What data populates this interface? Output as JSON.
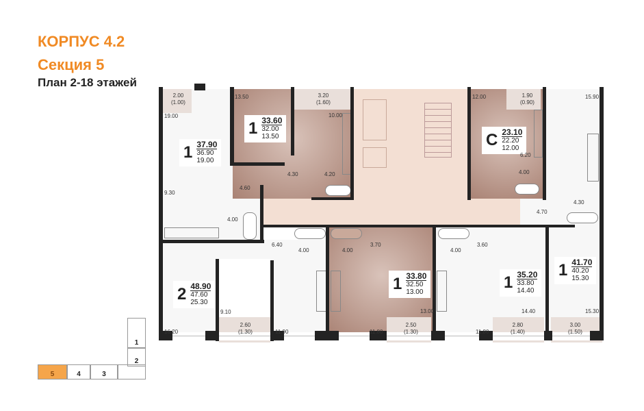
{
  "header": {
    "building": "КОРПУС 4.2",
    "section": "Секция 5",
    "plan": "План 2-18 этажей"
  },
  "colors": {
    "accent": "#f08a24",
    "wall": "#232323",
    "highlight": "#f5a54a"
  },
  "apartments": [
    {
      "rooms": "1",
      "total": "37.90",
      "living_total": "36.90",
      "main_room": "19.00"
    },
    {
      "rooms": "1",
      "total": "33.60",
      "living_total": "32.00",
      "main_room": "13.50"
    },
    {
      "rooms": "C",
      "total": "23.10",
      "living_total": "22.20",
      "main_room": "12.00"
    },
    {
      "rooms": "1",
      "total": "41.70",
      "living_total": "40.20",
      "main_room": "15.30"
    },
    {
      "rooms": "2",
      "total": "48.90",
      "living_total": "47.60",
      "main_room": "25.30"
    },
    {
      "rooms": "1",
      "total": "33.80",
      "living_total": "32.50",
      "main_room": "13.00"
    },
    {
      "rooms": "1",
      "total": "35.20",
      "living_total": "33.80",
      "main_room": "14.40"
    }
  ],
  "room_areas": [
    "19.00",
    "9.30",
    "4.60",
    "4.00",
    "13.50",
    "10.00",
    "4.30",
    "4.20",
    "12.00",
    "15.90",
    "6.20",
    "4.00",
    "4.70",
    "4.30",
    "6.40",
    "4.00",
    "4.00",
    "3.70",
    "9.10",
    "16.20",
    "11.90",
    "11.80",
    "13.00",
    "3.60",
    "4.00",
    "11.80",
    "14.40",
    "15.30"
  ],
  "balconies": [
    {
      "area": "2.00",
      "reduced": "(1.00)"
    },
    {
      "area": "3.20",
      "reduced": "(1.60)"
    },
    {
      "area": "1.90",
      "reduced": "(0.90)"
    },
    {
      "area": "2.60",
      "reduced": "(1.30)"
    },
    {
      "area": "2.50",
      "reduced": "(1.30)"
    },
    {
      "area": "2.80",
      "reduced": "(1.40)"
    },
    {
      "area": "3.00",
      "reduced": "(1.50)"
    }
  ],
  "section_map": {
    "sections": [
      "1",
      "2",
      "3",
      "4",
      "5"
    ],
    "selected": "5"
  }
}
